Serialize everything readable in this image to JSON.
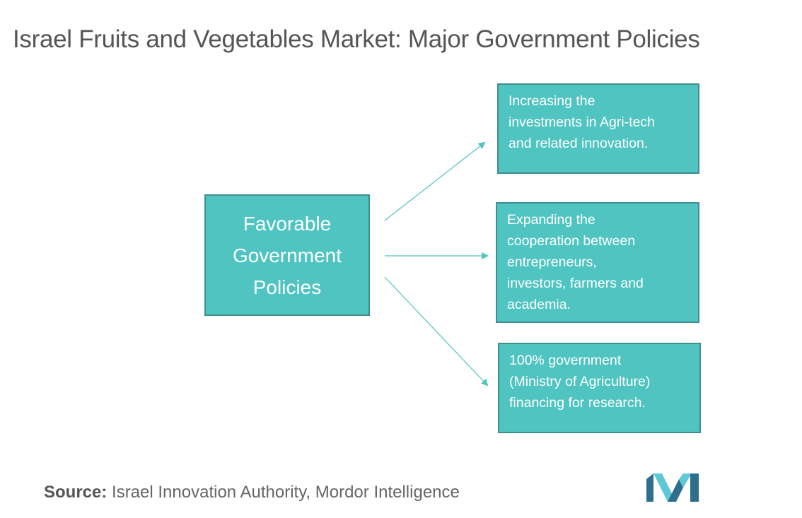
{
  "title": "Israel Fruits and Vegetables Market: Major Government Policies",
  "center": {
    "lines": [
      "Favorable",
      "Government",
      "Policies"
    ]
  },
  "policies": [
    {
      "lines": [
        "Increasing the",
        "investments in Agri-tech",
        "and related innovation."
      ]
    },
    {
      "lines": [
        "Expanding the",
        "cooperation between",
        "entrepreneurs,",
        "investors, farmers and",
        "academia."
      ]
    },
    {
      "lines": [
        "100% government",
        "(Ministry of Agriculture)",
        "financing for research."
      ]
    }
  ],
  "source": {
    "label": "Source:",
    "text": "Israel Innovation Authority, Mordor Intelligence"
  },
  "colors": {
    "box_fill": "#4fc4c1",
    "box_border": "#3f8f8e",
    "arrow": "#4fc4c1",
    "logo_dark": "#2e6f8e",
    "logo_light": "#5fc8d6"
  },
  "logo_icon": "mordor-intelligence-logo-icon"
}
